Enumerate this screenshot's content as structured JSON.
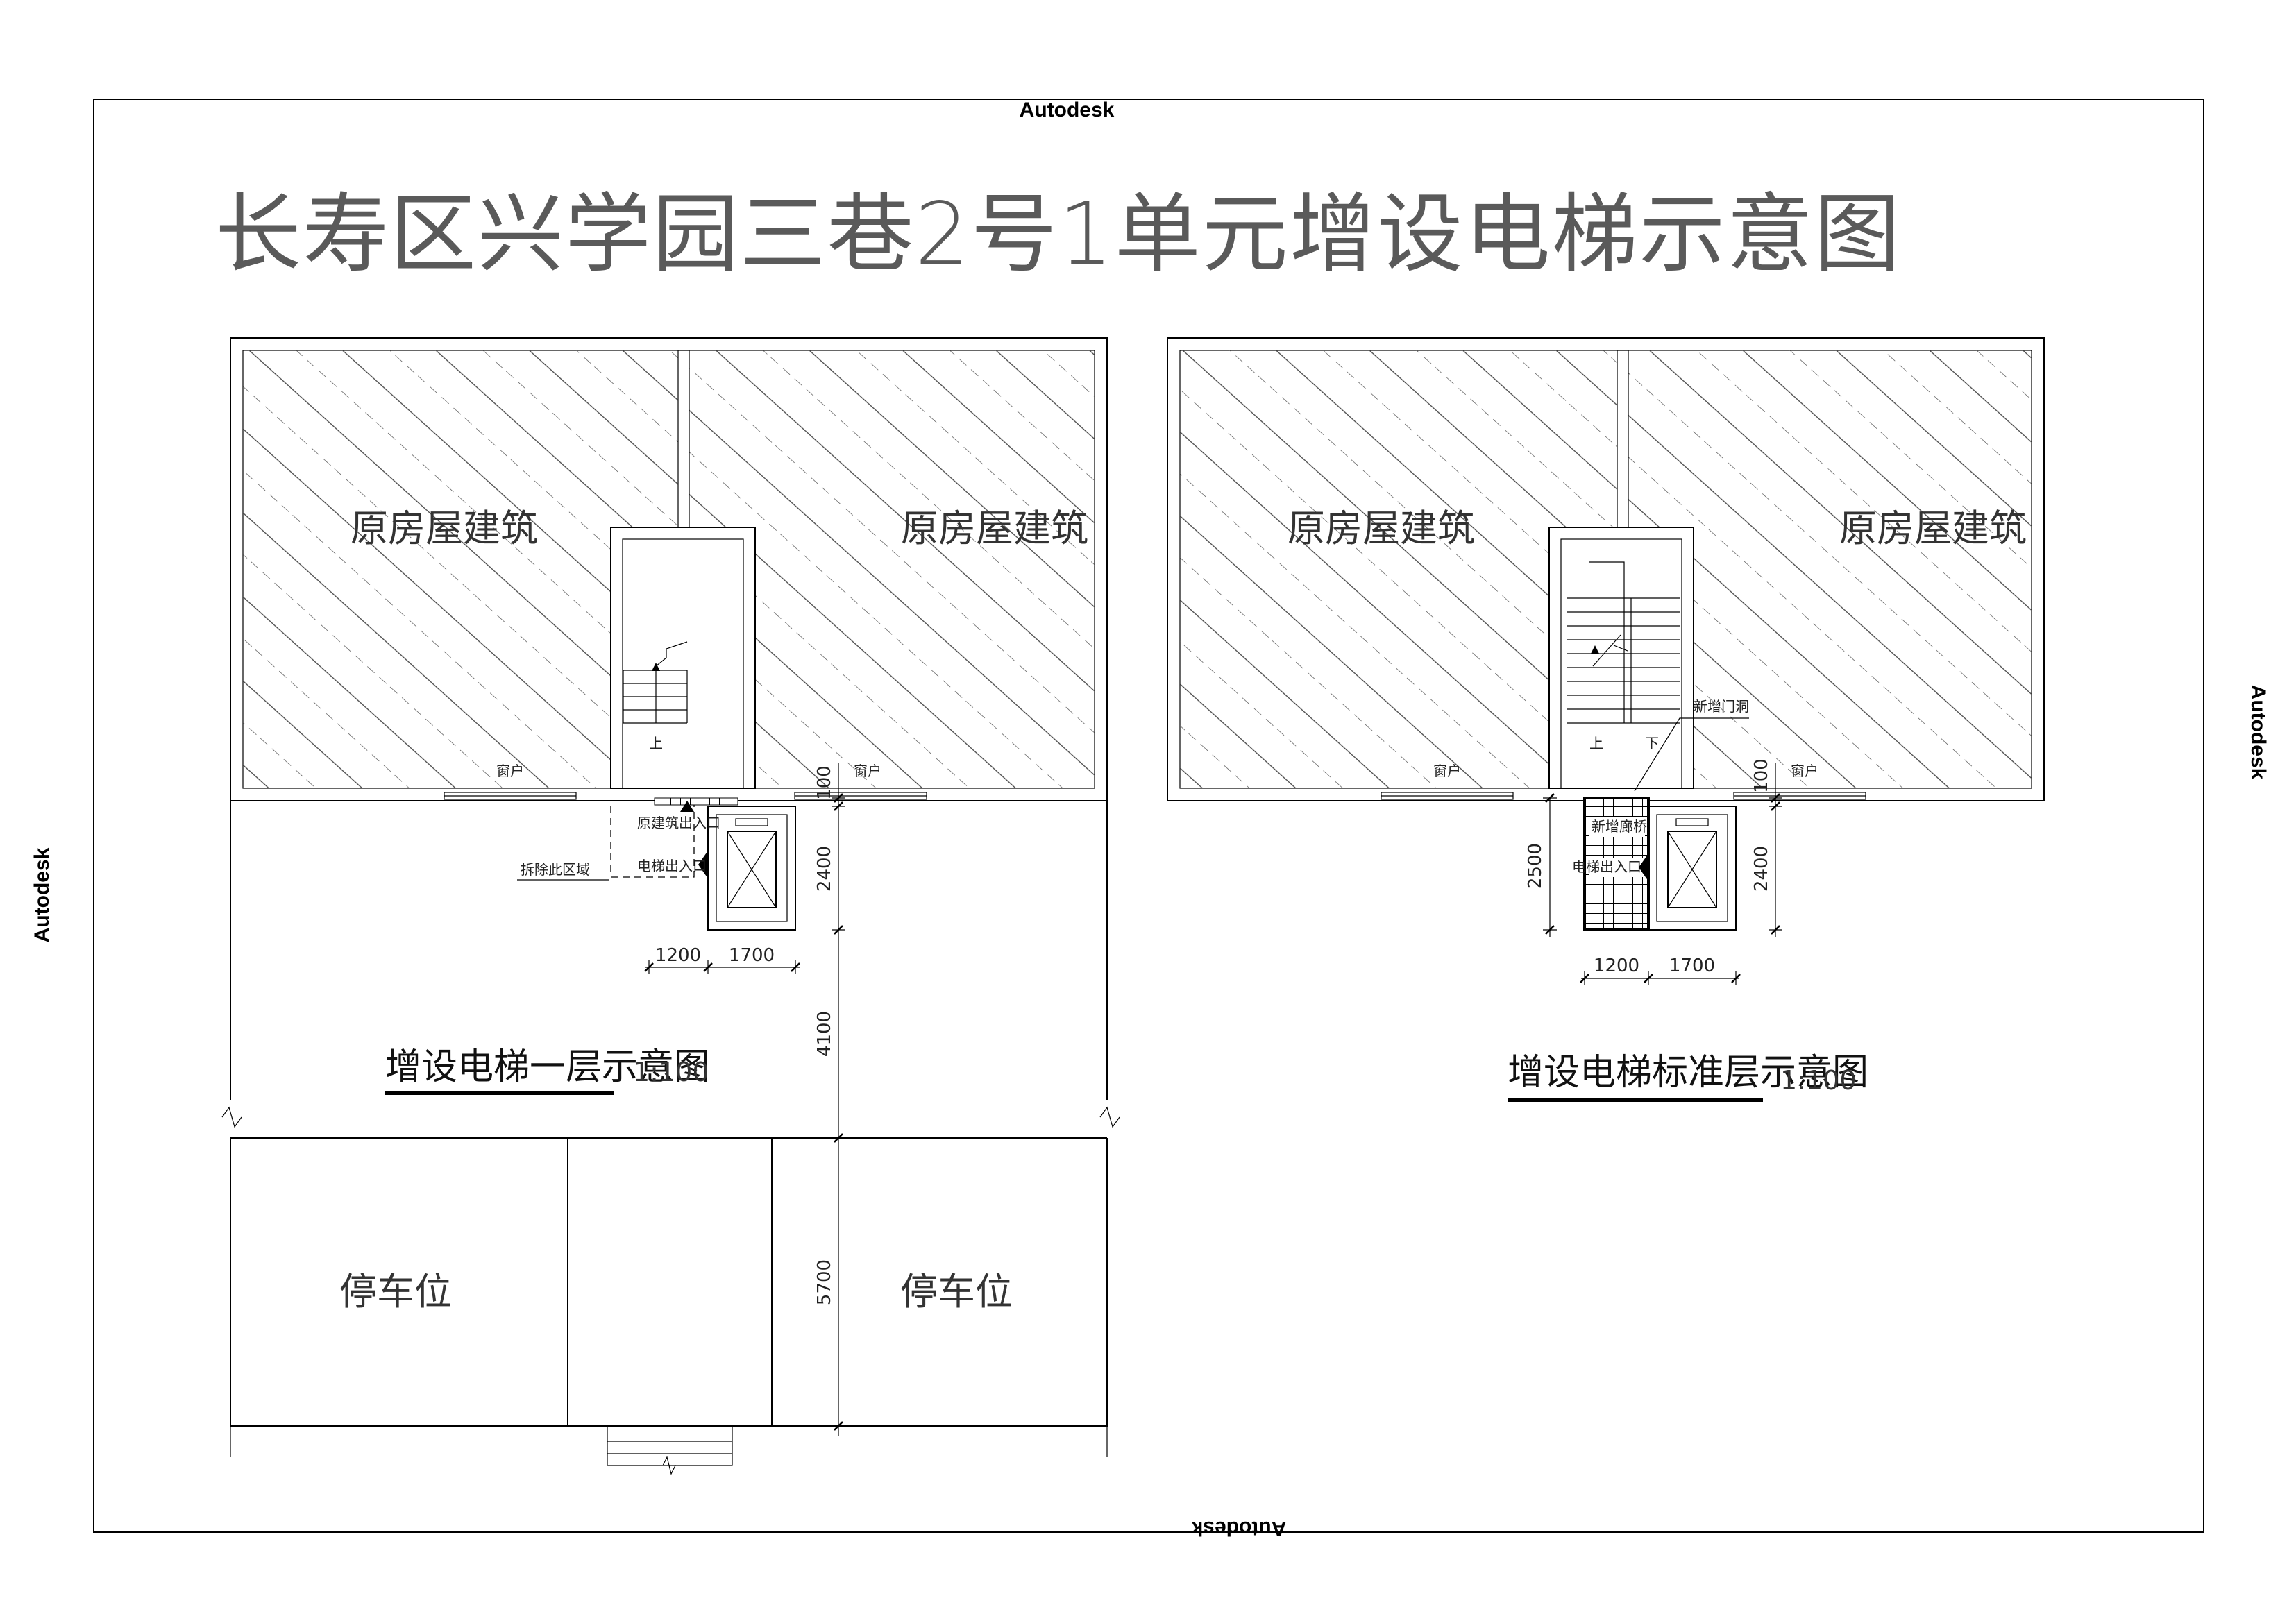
{
  "watermarks": {
    "top": "Autodesk",
    "right": "Autodesk",
    "left": "Autodesk",
    "bottom": "Autodesk"
  },
  "title": "长寿区兴学园三巷2号1单元增设电梯示意图",
  "plan_ground": {
    "building_left_label": "原房屋建筑",
    "building_right_label": "原房屋建筑",
    "window_left": "窗户",
    "window_right": "窗户",
    "stair_up": "上",
    "orig_entrance": "原建筑出入口",
    "elevator_entrance": "电梯出入口",
    "demolish_area": "拆除此区域",
    "dims": {
      "d100": "100",
      "d2400": "2400",
      "d1200": "1200",
      "d1700": "1700",
      "d4100": "4100",
      "d5700": "5700"
    },
    "parking_left": "停车位",
    "parking_right": "停车位",
    "caption": "增设电梯一层示意图",
    "scale": "1:100"
  },
  "plan_standard": {
    "building_left_label": "原房屋建筑",
    "building_right_label": "原房屋建筑",
    "window_left": "窗户",
    "window_right": "窗户",
    "stair_up": "上",
    "stair_down": "下",
    "new_door": "新增门洞",
    "new_corridor": "新增廊桥",
    "elevator_entrance": "电梯出入口",
    "dims": {
      "d2500": "2500",
      "d100": "100",
      "d2400": "2400",
      "d1200": "1200",
      "d1700": "1700"
    },
    "caption": "增设电梯标准层示意图",
    "scale": "1:100"
  }
}
